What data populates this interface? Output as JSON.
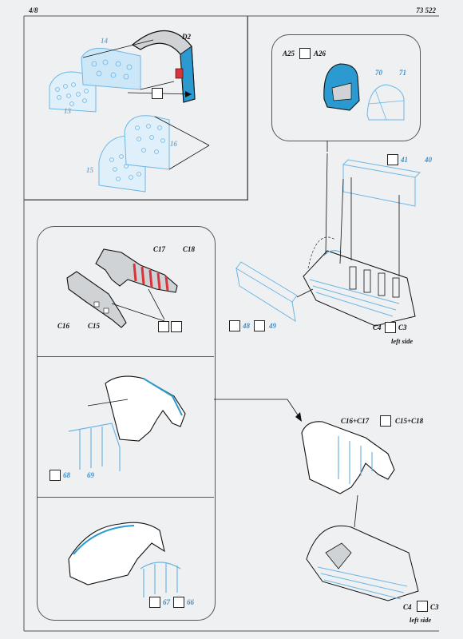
{
  "header": {
    "page": "4/8",
    "code": "73 522"
  },
  "colors": {
    "etch": "#8ec9ec",
    "ink": "#111111",
    "red": "#d8343a",
    "frame": "#555555"
  },
  "panel_top": {
    "parts": {
      "p14": "14",
      "p13": "13",
      "p16": "16",
      "p15": "15",
      "d2": "D2"
    }
  },
  "panel_canopy": {
    "a25": "A25",
    "a26": "A26",
    "p70": "70",
    "p71": "71"
  },
  "cockpit_top": {
    "p41": "41",
    "p40": "40",
    "c4": "C4",
    "c3": "C3",
    "side": "left side"
  },
  "sidewall": {
    "c17": "C17",
    "c18": "C18",
    "c16": "C16",
    "c15": "C15"
  },
  "mid": {
    "p48": "48",
    "p49": "49"
  },
  "panel_mid": {
    "p68": "68",
    "p69": "69"
  },
  "panel_bottom": {
    "p67": "67",
    "p66": "66"
  },
  "assembled": {
    "c16c17": "C16+C17",
    "c15c18": "C15+C18",
    "c4": "C4",
    "c3": "C3",
    "side": "left side"
  },
  "icons": [
    "fold-icon",
    "mirror-symmetry-icon",
    "glue-icon"
  ]
}
